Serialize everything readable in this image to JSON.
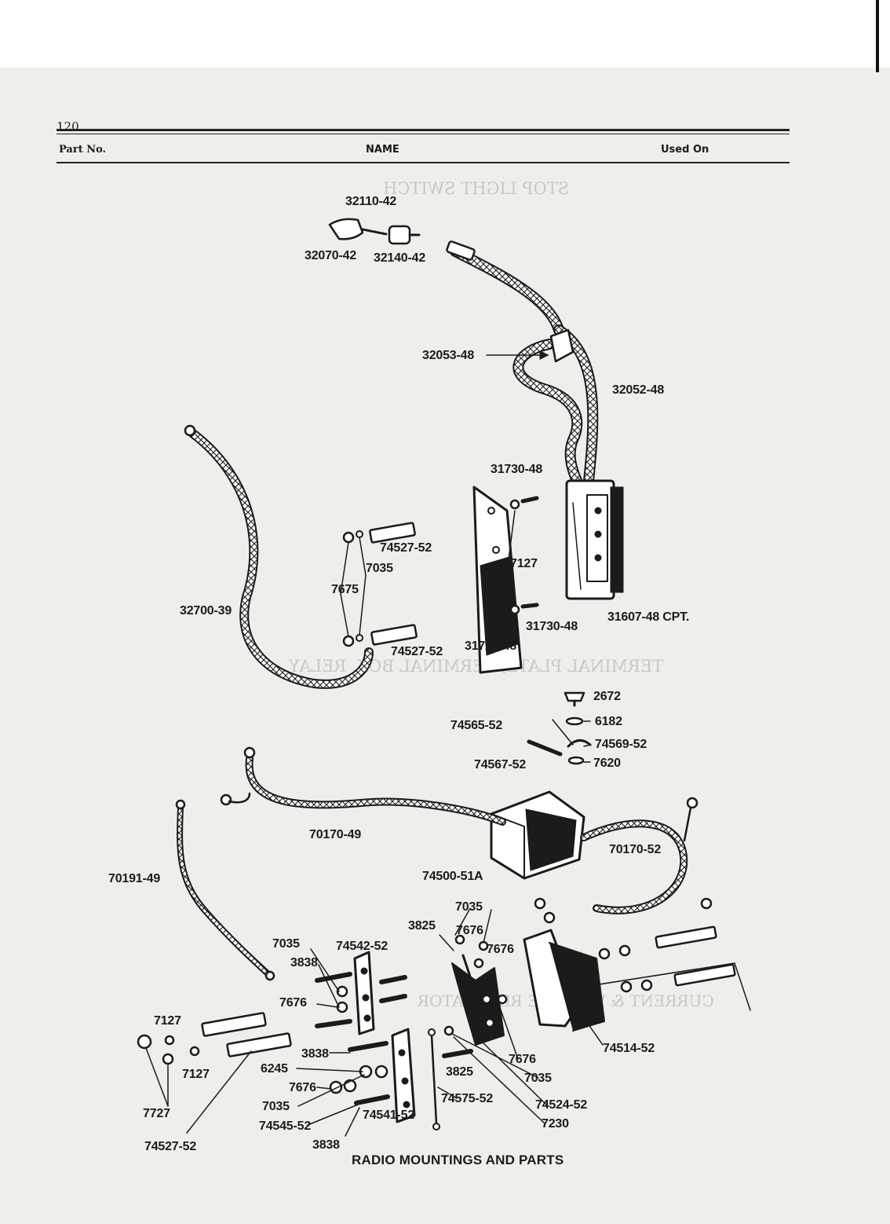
{
  "page": {
    "page_number": "120",
    "header": {
      "part_no": "Part No.",
      "name": "NAME",
      "used_on": "Used On"
    },
    "caption": "RADIO MOUNTINGS AND PARTS",
    "bleed_through": {
      "title_1": "STOP LIGHT SWITCH",
      "title_2": "TERMINAL PLATE, TERMINAL BOX, RELAY",
      "title_3": "CURRENT & VOLTAGE REGULATOR"
    }
  },
  "callouts": {
    "c_32110_42": "32110-42",
    "c_32070_42": "32070-42",
    "c_32140_42": "32140-42",
    "c_32053_48": "32053-48",
    "c_32052_48": "32052-48",
    "c_31730_48_top": "31730-48",
    "c_74527_52_upper": "74527-52",
    "c_7035_upper": "7035",
    "c_7675": "7675",
    "c_7127_upper": "7127",
    "c_32700_39": "32700-39",
    "c_31730_48_low": "31730-48",
    "c_31607_48": "31607-48 CPT.",
    "c_74527_52_mid": "74527-52",
    "c_31726_48": "31726-48",
    "c_2672": "2672",
    "c_6182": "6182",
    "c_74565_52": "74565-52",
    "c_74569_52": "74569-52",
    "c_74567_52": "74567-52",
    "c_7620": "7620",
    "c_70170_49": "70170-49",
    "c_70170_52": "70170-52",
    "c_70191_49": "70191-49",
    "c_74500_51A": "74500-51A",
    "c_7035_a": "7035",
    "c_3825_a": "3825",
    "c_7676_a": "7676",
    "c_7676_b": "7676",
    "c_7035_b": "7035",
    "c_74542_52": "74542-52",
    "c_3838_a": "3838",
    "c_7676_c": "7676",
    "c_7127_b": "7127",
    "c_74514_52": "74514-52",
    "c_3838_b": "3838",
    "c_7127_c": "7127",
    "c_6245": "6245",
    "c_3825_b": "3825",
    "c_7676_d": "7676",
    "c_7676_e": "7676",
    "c_7035_c": "7035",
    "c_7035_d": "7035",
    "c_74575_52": "74575-52",
    "c_74524_52": "74524-52",
    "c_7727": "7727",
    "c_74541_52": "74541-52",
    "c_74545_52": "74545-52",
    "c_7230": "7230",
    "c_74527_52_low": "74527-52",
    "c_3838_c": "3838"
  },
  "colors": {
    "paper": "#efeeeb",
    "ink": "#1b1b1b",
    "ghost": "#c9c8c4"
  }
}
